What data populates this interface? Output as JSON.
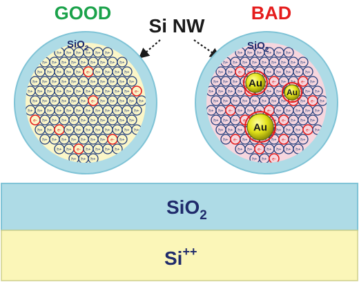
{
  "labels": {
    "good": "GOOD",
    "bad": "BAD",
    "nanowire": "Si NW",
    "oxide_small": "SiO",
    "oxide_small_subscript": "2",
    "oxide_layer": "SiO",
    "oxide_layer_subscript": "2",
    "substrate": "Si",
    "substrate_superscript": "++"
  },
  "carriers": {
    "hole": "h+",
    "electron": "e-"
  },
  "impurity": {
    "label": "Au",
    "count": 3
  },
  "colors": {
    "good": "#1aa24a",
    "bad": "#e51c1c",
    "text_dark": "#1a1a1a",
    "navy": "#1f2a6b",
    "oxide_fill": "#aedbe6",
    "oxide_stroke": "#7fc3d6",
    "good_core": "#fbf6c8",
    "bad_core": "#f6d6de",
    "hole_stroke": "#1f3b7a",
    "electron_stroke": "#e51c1c",
    "gold": "#e6e61c",
    "substrate_fill": "#fbf6b8"
  }
}
